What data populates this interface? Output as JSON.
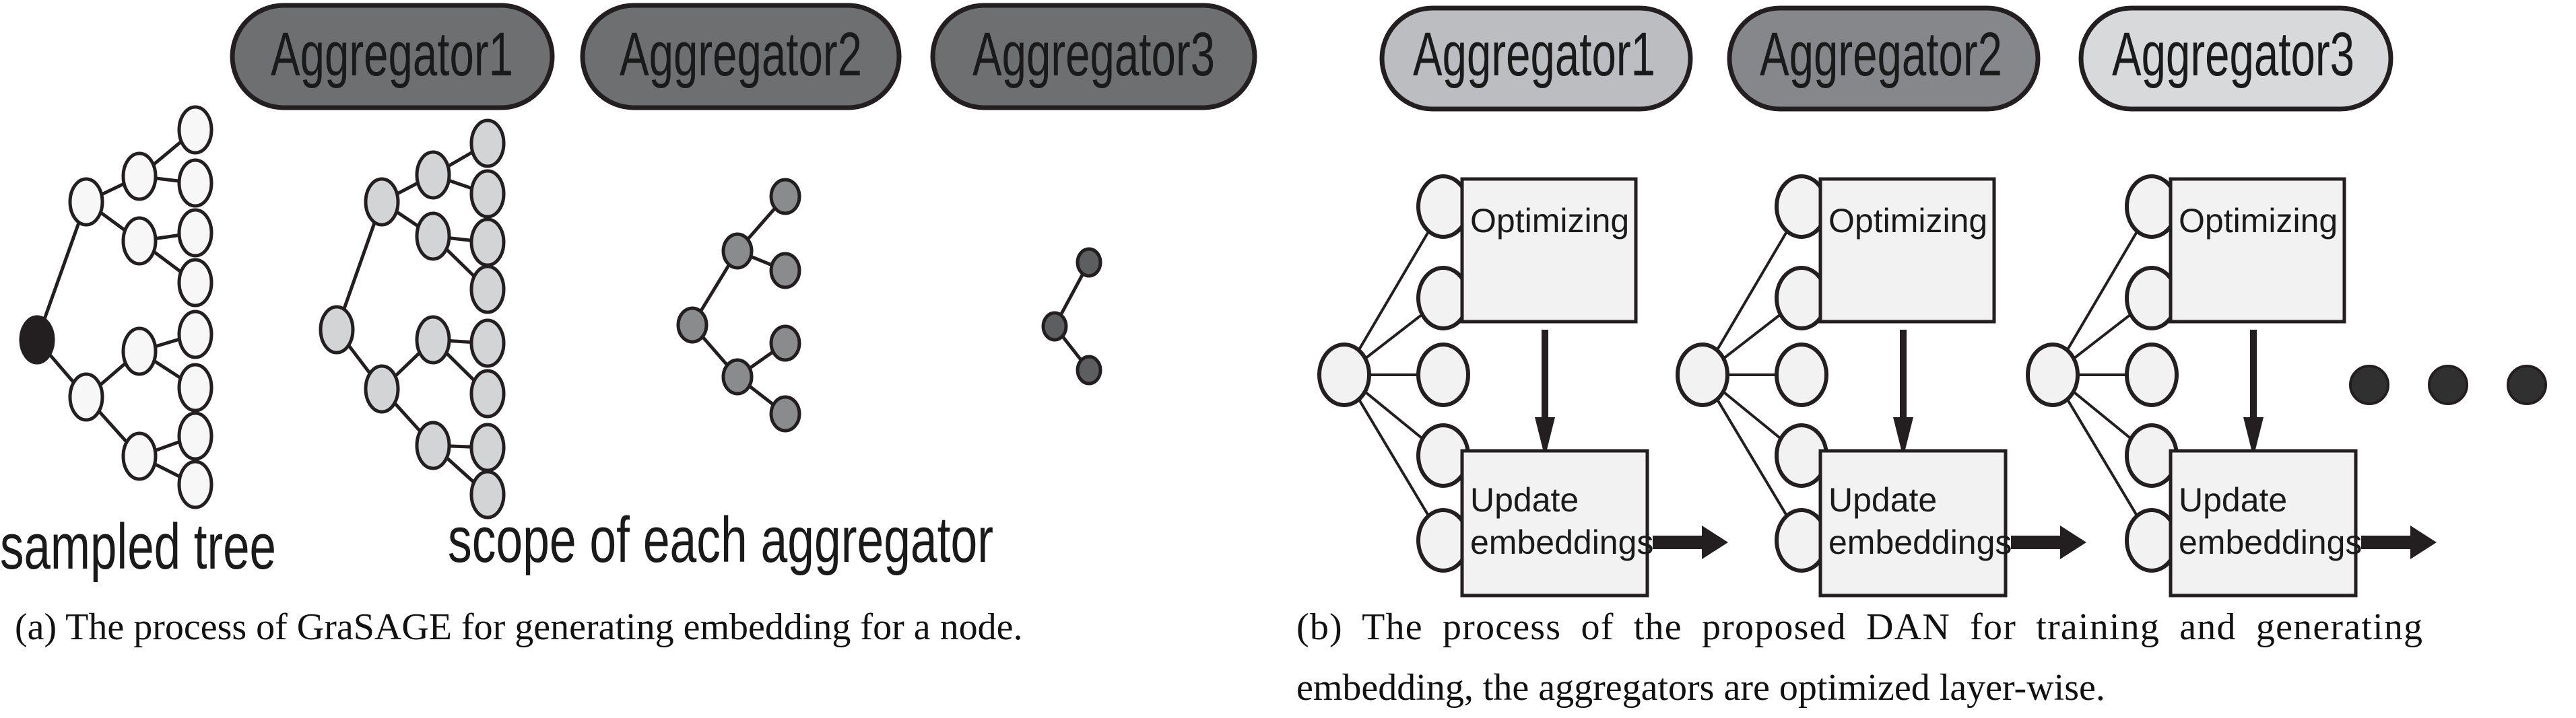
{
  "panel_a": {
    "aggregators": [
      {
        "label": "Aggregator1",
        "fill": "#6e6f71"
      },
      {
        "label": "Aggregator2",
        "fill": "#6e6f71"
      },
      {
        "label": "Aggregator3",
        "fill": "#6e6f71"
      }
    ],
    "labels": {
      "sampled_tree": "sampled tree",
      "scope": "scope of each  aggregator"
    },
    "colors": {
      "root": "#231f20",
      "tree_node": "#f6f7f6",
      "scope1_node": "#d3d4d6",
      "scope2_node": "#8a8b8d",
      "scope3_node": "#5d5e60"
    },
    "caption": "(a) The process of GraSAGE for generating embedding for a node."
  },
  "panel_b": {
    "aggregators": [
      {
        "label": "Aggregator1",
        "fill": "#bcbdc0"
      },
      {
        "label": "Aggregator2",
        "fill": "#86878a"
      },
      {
        "label": "Aggregator3",
        "fill": "#d8d9db"
      }
    ],
    "stages": [
      {
        "optimizing": "Optimizing",
        "update_line1": "Update",
        "update_line2": "embeddings"
      },
      {
        "optimizing": "Optimizing",
        "update_line1": "Update",
        "update_line2": "embeddings"
      },
      {
        "optimizing": "Optimizing",
        "update_line1": "Update",
        "update_line2": "embeddings"
      }
    ],
    "colors": {
      "node": "#f2f2f2",
      "box": "#f2f2f2",
      "ellipsis_dot": "#303030"
    },
    "caption_line1": "(b) The process of the proposed DAN for training and generating",
    "caption_line2": "embedding, the aggregators are optimized layer-wise."
  }
}
